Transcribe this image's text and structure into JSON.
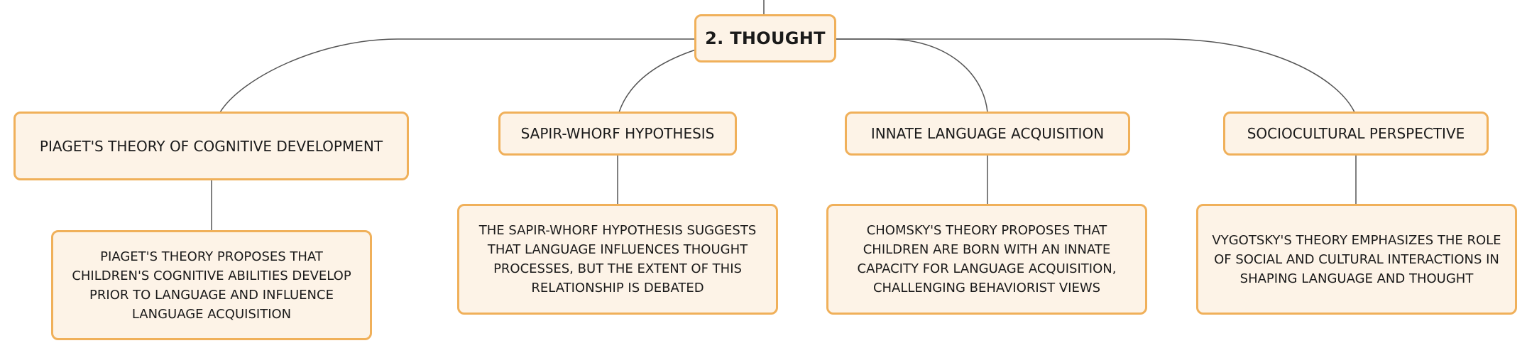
{
  "root": {
    "label": "2. THOUGHT"
  },
  "branches": [
    {
      "label": "PIAGET'S THEORY OF COGNITIVE DEVELOPMENT",
      "detail": "PIAGET'S THEORY PROPOSES THAT CHILDREN'S COGNITIVE ABILITIES DEVELOP PRIOR TO LANGUAGE AND INFLUENCE LANGUAGE ACQUISITION"
    },
    {
      "label": "SAPIR-WHORF HYPOTHESIS",
      "detail": "THE SAPIR-WHORF HYPOTHESIS SUGGESTS THAT LANGUAGE INFLUENCES THOUGHT PROCESSES, BUT THE EXTENT OF THIS RELATIONSHIP IS DEBATED"
    },
    {
      "label": "INNATE LANGUAGE ACQUISITION",
      "detail": "CHOMSKY'S THEORY PROPOSES THAT CHILDREN ARE BORN WITH AN INNATE CAPACITY FOR LANGUAGE ACQUISITION, CHALLENGING BEHAVIORIST VIEWS"
    },
    {
      "label": "SOCIOCULTURAL PERSPECTIVE",
      "detail": "VYGOTSKY'S THEORY EMPHASIZES THE ROLE OF SOCIAL AND CULTURAL INTERACTIONS IN SHAPING LANGUAGE AND THOUGHT"
    }
  ],
  "colors": {
    "node_fill": "#fdf3e7",
    "node_border": "#f0b05a",
    "connector": "#555555",
    "text": "#1a1a1a"
  }
}
